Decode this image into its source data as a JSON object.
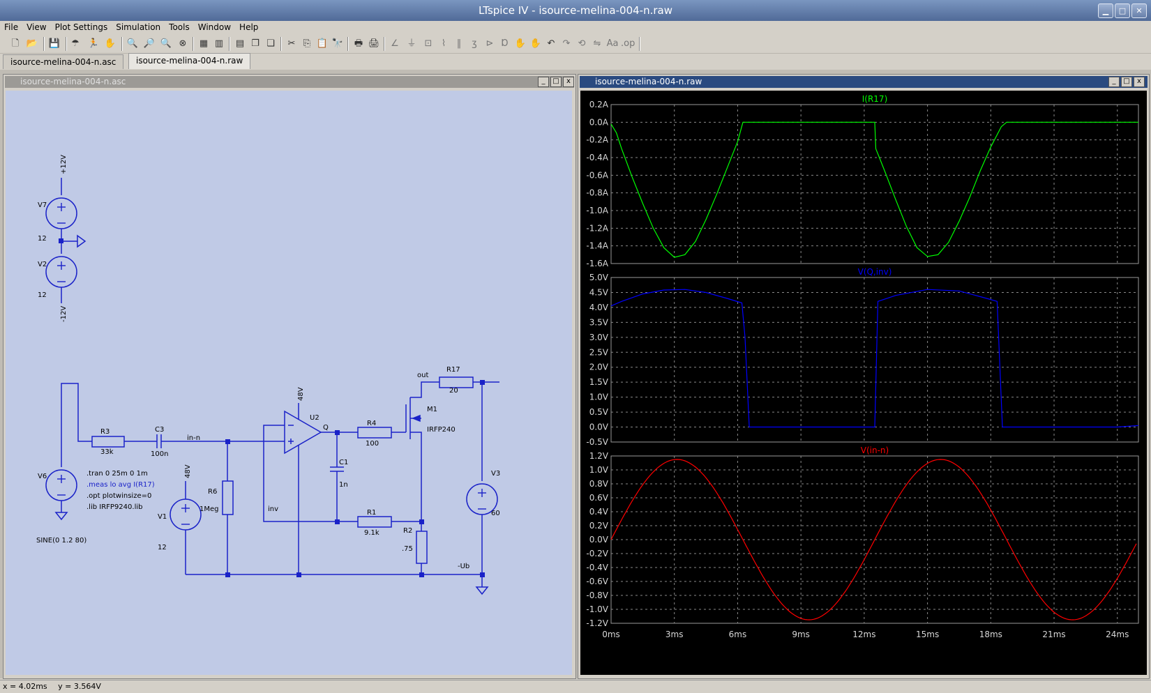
{
  "app": {
    "title": "LTspice IV - isource-melina-004-n.raw"
  },
  "menu": [
    "File",
    "View",
    "Plot Settings",
    "Simulation",
    "Tools",
    "Window",
    "Help"
  ],
  "tabs": [
    "isource-melina-004-n.asc",
    "isource-melina-004-n.raw"
  ],
  "schematic_window": {
    "title": "isource-melina-004-n.asc"
  },
  "waveform_window": {
    "title": "isource-melina-004-n.raw"
  },
  "schematic": {
    "labels": {
      "v7_name": "V7",
      "v7_val": "12",
      "v7_net": "+12V",
      "v2_name": "V2",
      "v2_val": "12",
      "v2_net": "-12V",
      "v6_name": "V6",
      "v6_src": "SINE(0 1.2 80)",
      "r3_name": "R3",
      "r3_val": "33k",
      "c3_name": "C3",
      "c3_val": "100n",
      "net_in": "in-n",
      "r6_name": "R6",
      "r6_val": "1Meg",
      "v1_name": "V1",
      "v1_val": "12",
      "v1_net": "48V",
      "u2_name": "U2",
      "u2_net": "48V",
      "q_net": "Q",
      "c1_name": "C1",
      "c1_val": "1n",
      "r4_name": "R4",
      "r4_val": "100",
      "r1_name": "R1",
      "r1_val": "9.1k",
      "inv_net": "inv",
      "r2_name": "R2",
      "r2_val": ".75",
      "m1_name": "M1",
      "m1_model": "IRFP240",
      "r17_name": "R17",
      "r17_val": "20",
      "out_net": "out",
      "v3_name": "V3",
      "v3_val": "60",
      "ub_net": "-Ub"
    },
    "directives": [
      ".tran 0 25m 0 1m",
      ".meas lo avg I(R17)",
      ".opt plotwinsize=0",
      ".lib IRFP9240.lib"
    ]
  },
  "chart_data": [
    {
      "type": "line",
      "title": "I(R17)",
      "color": "#00ff00",
      "ylim": [
        -1.6,
        0.2
      ],
      "yticks": [
        "0.2A",
        "0.0A",
        "-0.2A",
        "-0.4A",
        "-0.6A",
        "-0.8A",
        "-1.0A",
        "-1.2A",
        "-1.4A",
        "-1.6A"
      ],
      "series": [
        {
          "name": "I(R17)",
          "x": [
            0,
            0.25,
            0.5,
            1,
            1.5,
            2,
            2.5,
            3,
            3.5,
            4,
            4.5,
            5,
            5.5,
            6,
            6.25,
            9,
            12,
            12.5,
            12.55,
            12.75,
            13,
            13.5,
            14,
            14.5,
            15,
            15.5,
            16,
            16.5,
            17,
            17.5,
            18,
            18.5,
            18.75,
            21,
            25
          ],
          "y": [
            -0.02,
            -0.12,
            -0.3,
            -0.62,
            -0.92,
            -1.2,
            -1.42,
            -1.53,
            -1.5,
            -1.35,
            -1.1,
            -0.82,
            -0.52,
            -0.22,
            0,
            0,
            0,
            0,
            -0.3,
            -0.42,
            -0.57,
            -0.88,
            -1.18,
            -1.42,
            -1.52,
            -1.5,
            -1.36,
            -1.12,
            -0.85,
            -0.55,
            -0.28,
            -0.05,
            0,
            0,
            0
          ]
        }
      ]
    },
    {
      "type": "line",
      "title": "V(Q,inv)",
      "color": "#0000ff",
      "ylim": [
        -0.5,
        5.0
      ],
      "yticks": [
        "5.0V",
        "4.5V",
        "4.0V",
        "3.5V",
        "3.0V",
        "2.5V",
        "2.0V",
        "1.5V",
        "1.0V",
        "0.5V",
        "0.0V",
        "-0.5V"
      ],
      "series": [
        {
          "name": "V(Q,inv)",
          "x": [
            0,
            0.5,
            1.5,
            2.5,
            3.5,
            4.5,
            5.5,
            6.2,
            6.35,
            6.55,
            12,
            12.5,
            12.65,
            13.5,
            15,
            16.5,
            17.8,
            18.3,
            18.55,
            24,
            25
          ],
          "y": [
            4.05,
            4.2,
            4.45,
            4.58,
            4.6,
            4.5,
            4.3,
            4.15,
            3,
            0,
            0,
            0,
            4.2,
            4.4,
            4.6,
            4.55,
            4.3,
            4.2,
            0,
            0,
            0.05
          ]
        }
      ]
    },
    {
      "type": "line",
      "title": "V(in-n)",
      "color": "#ff0000",
      "ylim": [
        -1.2,
        1.2
      ],
      "yticks": [
        "1.2V",
        "1.0V",
        "0.8V",
        "0.6V",
        "0.4V",
        "0.2V",
        "0.0V",
        "-0.2V",
        "-0.4V",
        "-0.6V",
        "-0.8V",
        "-1.0V",
        "-1.2V"
      ],
      "series": [
        {
          "name": "V(in-n)",
          "func": "1.15*sin(2*pi*80*t)"
        }
      ]
    }
  ],
  "x_axis": {
    "ticks": [
      "0ms",
      "3ms",
      "6ms",
      "9ms",
      "12ms",
      "15ms",
      "18ms",
      "21ms",
      "24ms"
    ],
    "xlim": [
      0,
      25
    ]
  },
  "status": {
    "x_readout": "x = 4.02ms",
    "y_readout": "y = 3.564V"
  }
}
